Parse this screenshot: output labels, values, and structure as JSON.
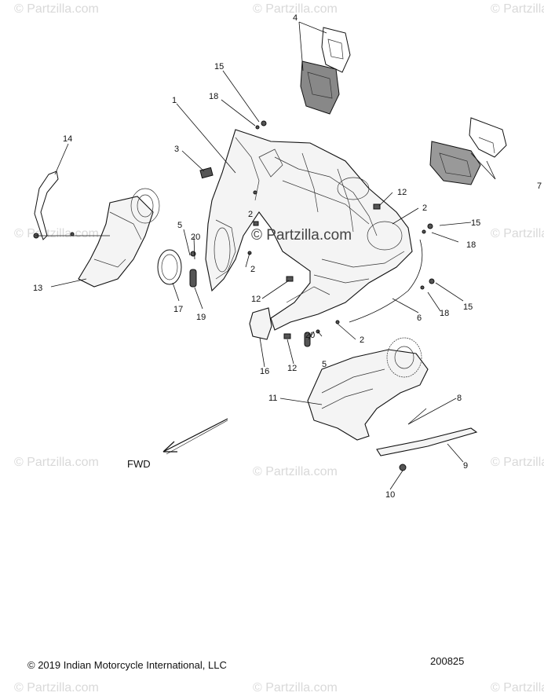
{
  "watermark": {
    "text": "© Partzilla.com",
    "center_text": "© Partzilla.com"
  },
  "callouts": [
    "1",
    "2",
    "2",
    "2",
    "2",
    "3",
    "4",
    "5",
    "5",
    "6",
    "7",
    "8",
    "9",
    "10",
    "11",
    "12",
    "12",
    "12",
    "13",
    "14",
    "15",
    "15",
    "15",
    "16",
    "17",
    "18",
    "18",
    "18",
    "19",
    "20",
    "20"
  ],
  "direction_label": "FWD",
  "footer": {
    "copyright": "© 2019 Indian Motorcycle International, LLC",
    "diagram_number": "200825"
  }
}
